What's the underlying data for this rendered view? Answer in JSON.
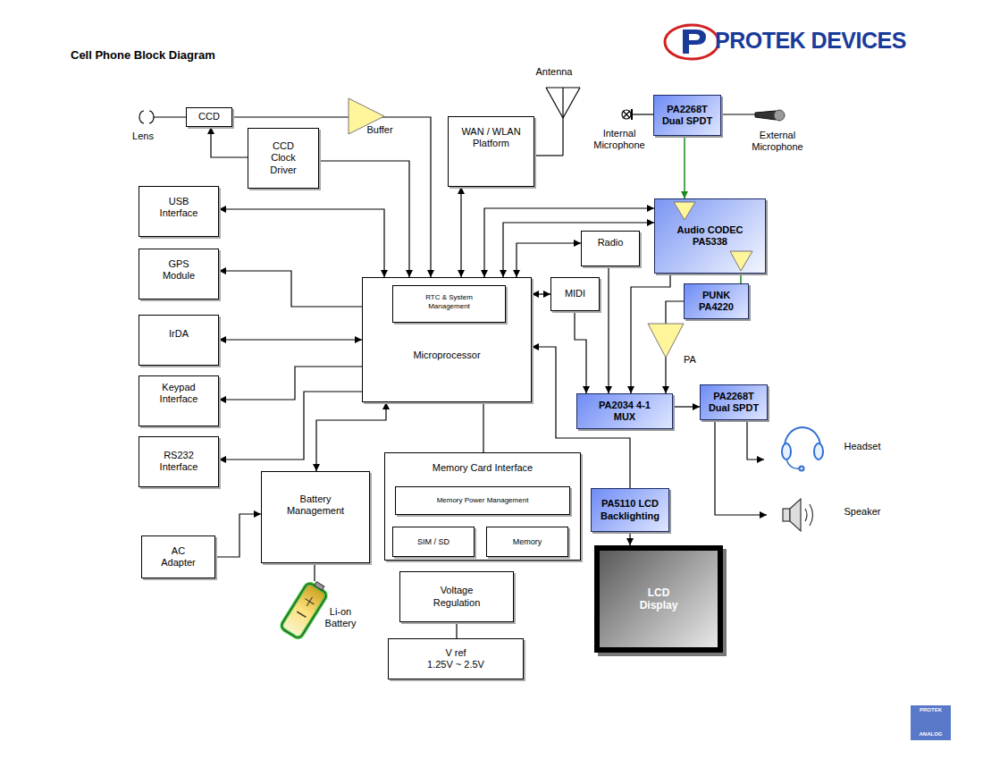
{
  "diagram": {
    "title": "Cell Phone Block Diagram",
    "nodes": [
      {
        "text": [
          "CCD"
        ]
      },
      {
        "text": [
          "CCD Clock Driver"
        ]
      },
      {
        "text": [
          "WAN / WLAN Platform"
        ]
      },
      {
        "text": [
          "PA2268T Dual SPDT"
        ]
      },
      {
        "text": [
          "USB Interface"
        ]
      },
      {
        "text": [
          "Audio CODEC PA5338"
        ]
      },
      {
        "text": [
          "Radio"
        ]
      },
      {
        "text": [
          "GPS Module"
        ]
      },
      {
        "text": [
          "Microprocessor"
        ]
      },
      {
        "text": [
          "RTC & System Management"
        ],
        "in": 8
      },
      {
        "text": [
          "MIDI"
        ]
      },
      {
        "text": [
          "PUNK PA4220"
        ]
      },
      {
        "text": [
          "IrDA"
        ]
      },
      {
        "text": [
          "Keypad Interface"
        ]
      },
      {
        "text": [
          "PA2034 4-1 MUX"
        ]
      },
      {
        "text": [
          "PA2268T Dual SPDT"
        ]
      },
      {
        "text": [
          "RS232 Interface"
        ]
      },
      {
        "text": [
          "Battery Management"
        ]
      },
      {
        "text": [
          "Memory Card Interface"
        ]
      },
      {
        "text": [
          "Memory Power Management"
        ],
        "in": 18
      },
      {
        "text": [
          "SIM / SD"
        ],
        "in": 18
      },
      {
        "text": [
          "Memory"
        ],
        "in": 18
      },
      {
        "text": [
          "PA5110 LCD Backlighting"
        ]
      },
      {
        "text": [
          "AC Adapter"
        ]
      },
      {
        "text": [
          "Voltage Regulation"
        ]
      },
      {
        "text": [
          "V ref",
          "1.25V ~ 2.5V"
        ]
      },
      {
        "text": [
          "LCD Display"
        ]
      }
    ],
    "edges": [
      {
        "from": 1,
        "to": 0,
        "arrow": "to"
      },
      {
        "from": 0,
        "to": 8,
        "arrow": "to"
      },
      {
        "from": 1,
        "to": 8,
        "arrow": "to"
      },
      {
        "from": 2,
        "to": 8,
        "arrow": "both"
      },
      {
        "from": 8,
        "to": 5,
        "arrow": "both"
      },
      {
        "from": 8,
        "to": 5,
        "arrow": "both"
      },
      {
        "from": 8,
        "to": 6,
        "arrow": "both"
      },
      {
        "from": 8,
        "to": 4,
        "arrow": "both"
      },
      {
        "from": 8,
        "to": 7,
        "arrow": "to"
      },
      {
        "from": 8,
        "to": 12,
        "arrow": "both"
      },
      {
        "from": 8,
        "to": 13,
        "arrow": "to"
      },
      {
        "from": 8,
        "to": 16,
        "arrow": "to"
      },
      {
        "from": 8,
        "to": 17,
        "arrow": "both"
      },
      {
        "from": 8,
        "to": 10,
        "arrow": "both"
      },
      {
        "from": 8,
        "to": 18,
        "arrow": "none"
      },
      {
        "from": 22,
        "to": 8,
        "arrow": "to"
      },
      {
        "from": 23,
        "to": 17,
        "arrow": "to"
      },
      {
        "from": 24,
        "to": 25,
        "arrow": "none"
      },
      {
        "from": 3,
        "to": 5,
        "arrow": "to"
      },
      {
        "from": 5,
        "to": 11,
        "arrow": "none"
      },
      {
        "from": 5,
        "to": 14,
        "arrow": "to"
      },
      {
        "from": 11,
        "to": 14,
        "arrow": "to"
      },
      {
        "from": 6,
        "to": 14,
        "arrow": "to"
      },
      {
        "from": 10,
        "to": 14,
        "arrow": "to"
      },
      {
        "from": 14,
        "to": 15,
        "arrow": "to"
      },
      {
        "from": 22,
        "to": 26,
        "arrow": "to"
      }
    ],
    "labels": [
      "Lens",
      "Buffer",
      "Antenna",
      "Internal Microphone",
      "External Microphone",
      "PA",
      "Headset",
      "Speaker",
      "Li-on Battery",
      "PROTEK DEVICES",
      "PROTEK",
      "ANALOG"
    ]
  }
}
